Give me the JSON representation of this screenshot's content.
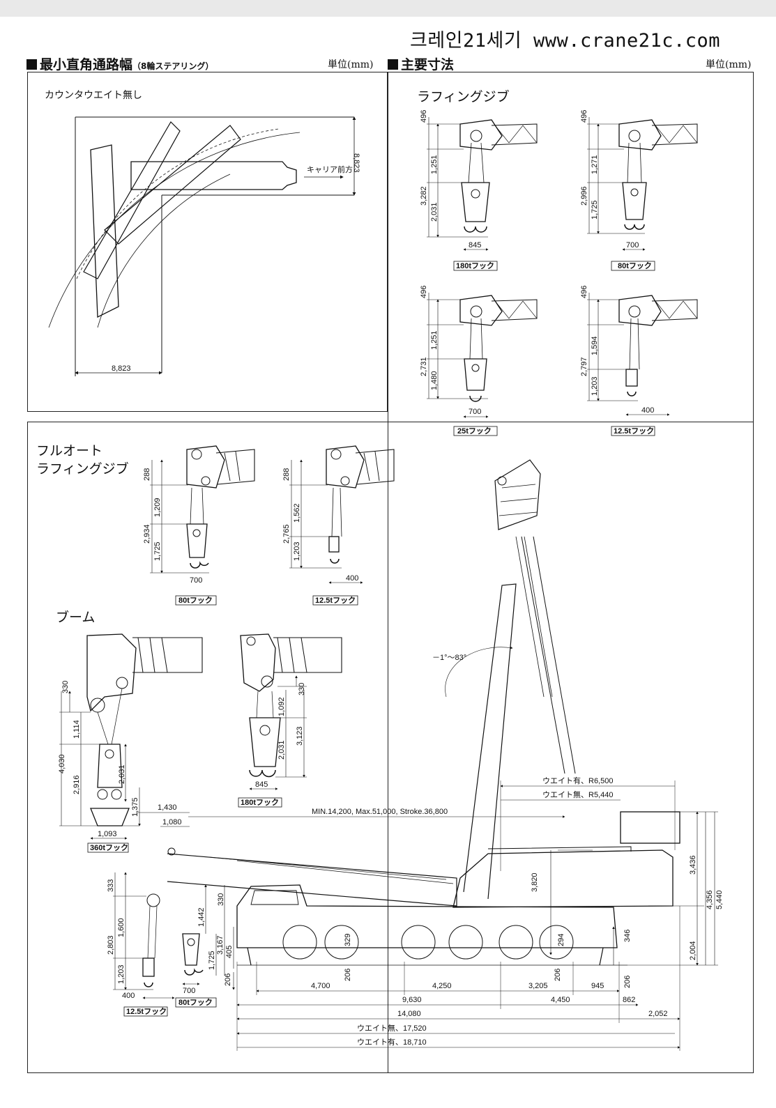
{
  "header": {
    "brand": "크레인21세기 www.crane21c.com"
  },
  "turning": {
    "title": "最小直角通路幅",
    "subtitle": "（8輪ステアリング）",
    "unit": "単位(mm)",
    "note": "カウンタウエイト無し",
    "direction_label": "キャリア前方",
    "width_vertical": "8,823",
    "width_horizontal": "8,823"
  },
  "main": {
    "title": "主要寸法",
    "unit": "単位(mm)",
    "luffing_jib_title": "ラフィングジブ",
    "full_auto_title": "フルオート",
    "full_auto_title2": "ラフィングジブ",
    "boom_title": "ブーム"
  },
  "lj_hooks": [
    {
      "label": "180tフック",
      "top": "496",
      "upper": "1,251",
      "lower": "2,031",
      "total": "3,282",
      "width": "845"
    },
    {
      "label": "80tフック",
      "top": "496",
      "upper": "1,271",
      "lower": "1,725",
      "total": "2,996",
      "width": "700"
    },
    {
      "label": "25tフック",
      "top": "496",
      "upper": "1,251",
      "lower": "1,480",
      "total": "2,731",
      "width": "700"
    },
    {
      "label": "12.5tフック",
      "top": "496",
      "upper": "1,594",
      "lower": "1,203",
      "total": "2,797",
      "width": "400"
    }
  ],
  "fa_hooks": [
    {
      "label": "80tフック",
      "top": "288",
      "upper": "1,209",
      "lower": "1,725",
      "total": "2,934",
      "width": "700"
    },
    {
      "label": "12.5tフック",
      "top": "288",
      "upper": "1,562",
      "lower": "1,203",
      "total": "2,765",
      "width": "400"
    }
  ],
  "boom_hooks": [
    {
      "label": "360tフック",
      "top": "330",
      "upper": "1,114",
      "mid": "2,916",
      "total": "4,030",
      "lower": "2,031",
      "base": "1,375",
      "width": "1,093"
    },
    {
      "label": "180tフック",
      "top": "330",
      "upper": "1,092",
      "lower": "2,031",
      "total": "3,123",
      "width": "845"
    }
  ],
  "crane": {
    "angle": "－1°～83°",
    "radius_with_weight": "ウエイト有、R6,500",
    "radius_without_weight": "ウエイト無、R5,440",
    "boom_length": "MIN.14,200, Max.51,000, Stroke.36,800",
    "d_1430": "1,430",
    "d_1080": "1,080",
    "d_3820": "3,820",
    "d_3436": "3,436",
    "d_4356": "4,356",
    "d_5440": "5,440",
    "d_2004": "2,004",
    "d_346": "346",
    "d_294": "294",
    "d_329": "329",
    "d_206a": "206",
    "d_206b": "206",
    "d_206c": "206",
    "d_206d": "206",
    "d_4700": "4,700",
    "d_4250": "4,250",
    "d_3205": "3,205",
    "d_945": "945",
    "d_9630": "9,630",
    "d_4450": "4,450",
    "d_862": "862",
    "d_14080": "14,080",
    "d_2052": "2,052",
    "d_17520": "ウエイト無、17,520",
    "d_18710": "ウエイト有、18,710",
    "lh_333": "333",
    "lh_1600": "1,600",
    "lh_2803": "2,803",
    "lh_1203": "1,203",
    "lh_400": "400",
    "lh_label": "12.5tフック",
    "mh_330": "330",
    "mh_1442": "1,442",
    "mh_1725": "1,725",
    "mh_3167": "3,167",
    "mh_405": "405",
    "mh_700": "700",
    "mh_label": "80tフック"
  }
}
